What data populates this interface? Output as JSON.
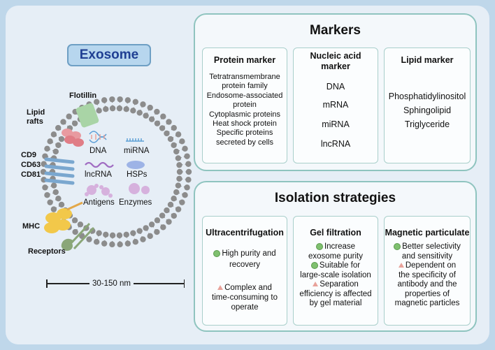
{
  "exosome": {
    "title": "Exosome",
    "labels": {
      "flotillin": "Flotillin",
      "lipid_rafts": [
        "Lipid",
        "rafts"
      ],
      "cd": [
        "CD9",
        "CD63",
        "CD81"
      ],
      "mhc": "MHC",
      "receptors": "Receptors"
    },
    "contents": {
      "dna": "DNA",
      "mirna": "miRNA",
      "lncrna": "lncRNA",
      "hsps": "HSPs",
      "antigens": "Antigens",
      "enzymes": "Enzymes"
    },
    "scale": "30-150 nm"
  },
  "markers": {
    "title": "Markers",
    "protein": {
      "title": "Protein marker",
      "items": [
        "Tetratransmembrane",
        "protein family",
        "Endosome-associated",
        "protein",
        "Cytoplasmic proteins",
        "Heat shock protein",
        "Specific proteins",
        "secreted by cells"
      ]
    },
    "nucleic": {
      "title": [
        "Nucleic acid",
        "marker"
      ],
      "items": [
        "DNA",
        "mRNA",
        "miRNA",
        "lncRNA"
      ]
    },
    "lipid": {
      "title": "Lipid marker",
      "items": [
        "Phosphatidylinositol",
        "Sphingolipid",
        "Triglyceride"
      ]
    }
  },
  "isolation": {
    "title": "Isolation strategies",
    "ultra": {
      "title": "Ultracentrifugation",
      "pro": [
        "High purity and",
        "recovery"
      ],
      "con": [
        "Complex and",
        "time-consuming to",
        "operate"
      ]
    },
    "gel": {
      "title": "Gel filtration",
      "pro1": [
        "Increase",
        "exosome purity"
      ],
      "pro2": [
        "Suitable for",
        "large-scale isolation"
      ],
      "con": [
        "Separation",
        "efficiency is affected",
        "by gel material"
      ]
    },
    "magnetic": {
      "title": "Magnetic particulate",
      "pro": [
        "Better selectivity",
        "and sensitivity"
      ],
      "con": [
        "Dependent on",
        "the specificity of",
        "antibody and the",
        "properties of",
        "magnetic particles"
      ]
    }
  },
  "colors": {
    "panel_border": "#8fc4bf",
    "title_box": "#b7d6ee",
    "title_text": "#1f3f93",
    "pro_dot": "#7fc06f",
    "con_triangle": "#e8a29a"
  }
}
